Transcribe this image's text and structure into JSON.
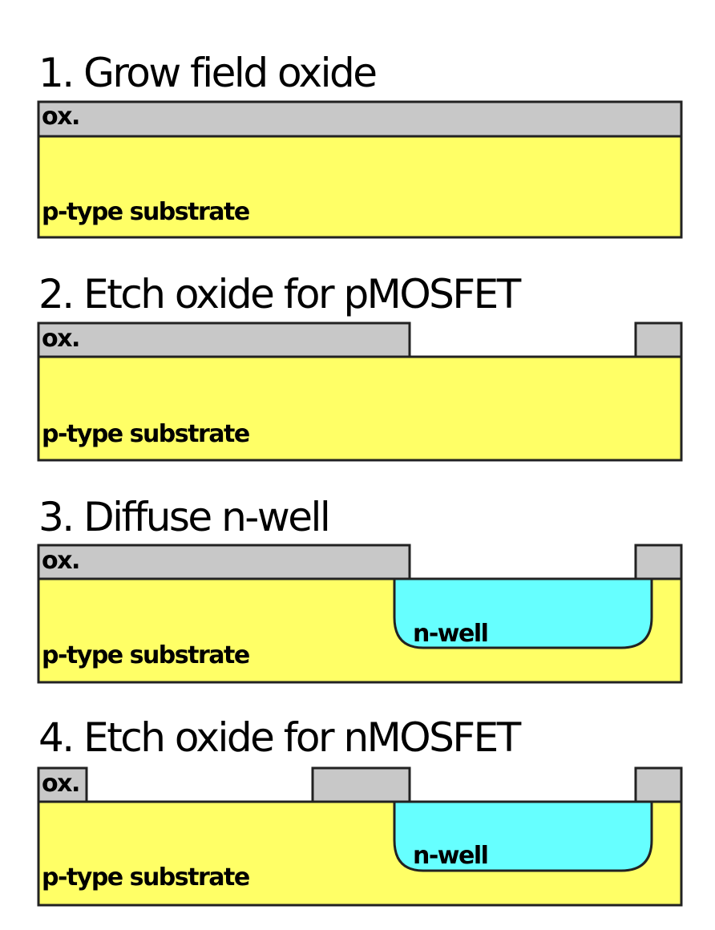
{
  "colors": {
    "oxide": "#c8c8c8",
    "substrate": "#ffff66",
    "nwell": "#66ffff",
    "outline": "#222222"
  },
  "steps": [
    {
      "title": "1. Grow field oxide",
      "oxide_label": "ox.",
      "substrate_label": "p-type substrate"
    },
    {
      "title": "2. Etch oxide for pMOSFET",
      "oxide_label": "ox.",
      "substrate_label": "p-type substrate"
    },
    {
      "title": "3. Diffuse n-well",
      "oxide_label": "ox.",
      "substrate_label": "p-type substrate",
      "nwell_label": "n-well"
    },
    {
      "title": "4. Etch oxide for nMOSFET",
      "oxide_label": "ox.",
      "substrate_label": "p-type substrate",
      "nwell_label": "n-well"
    }
  ]
}
